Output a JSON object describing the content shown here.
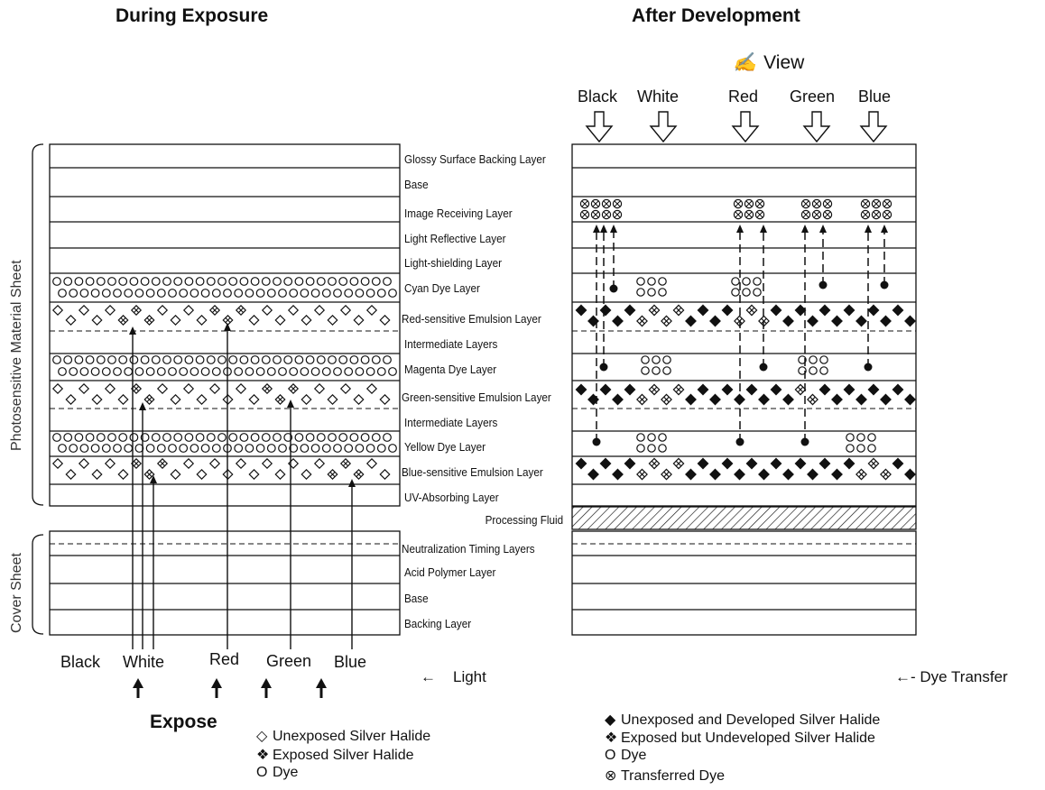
{
  "headings": {
    "left": "During Exposure",
    "right": "After Development",
    "view": "View",
    "expose": "Expose"
  },
  "icons": {
    "view": "eye-icon",
    "light": "arrow-left-icon",
    "dye_transfer": "dashed-arrow-left-icon",
    "expose": "arrow-up-icon",
    "view_direction": "hollow-arrow-down-icon"
  },
  "view_colors": [
    "Black",
    "White",
    "Red",
    "Green",
    "Blue"
  ],
  "expose_colors": [
    "Black",
    "White",
    "Red",
    "Green",
    "Blue"
  ],
  "side_labels": {
    "photosensitive": "Photosensitive Material Sheet",
    "cover": "Cover Sheet"
  },
  "photosensitive_layers": [
    "Glossy Surface Backing Layer",
    "Base",
    "Image Receiving Layer",
    "Light Reflective Layer",
    "Light-shielding Layer",
    "Cyan Dye Layer",
    "Red-sensitive Emulsion Layer",
    "Intermediate Layers",
    "Magenta Dye Layer",
    "Green-sensitive Emulsion Layer",
    "Intermediate Layers",
    "Yellow Dye Layer",
    "Blue-sensitive Emulsion Layer",
    "UV-Absorbing Layer"
  ],
  "processing_fluid": "Processing Fluid",
  "cover_layers": [
    "Neutralization Timing Layers",
    "Acid Polymer Layer",
    "Base",
    "Backing Layer"
  ],
  "light_label": "Light",
  "dye_transfer_label": "- Dye Transfer",
  "legend_left": [
    {
      "symbol": "◇",
      "label": "Unexposed Silver Halide"
    },
    {
      "symbol": "❖",
      "label": "Exposed Silver Halide"
    },
    {
      "symbol": "O",
      "label": "Dye"
    }
  ],
  "legend_right": [
    {
      "symbol": "◆",
      "label": "Unexposed and Developed Silver Halide"
    },
    {
      "symbol": "❖",
      "label": "Exposed but Undeveloped Silver Halide"
    },
    {
      "symbol": "O",
      "label": "Dye"
    },
    {
      "symbol": "⊗",
      "label": "Transferred Dye"
    }
  ]
}
